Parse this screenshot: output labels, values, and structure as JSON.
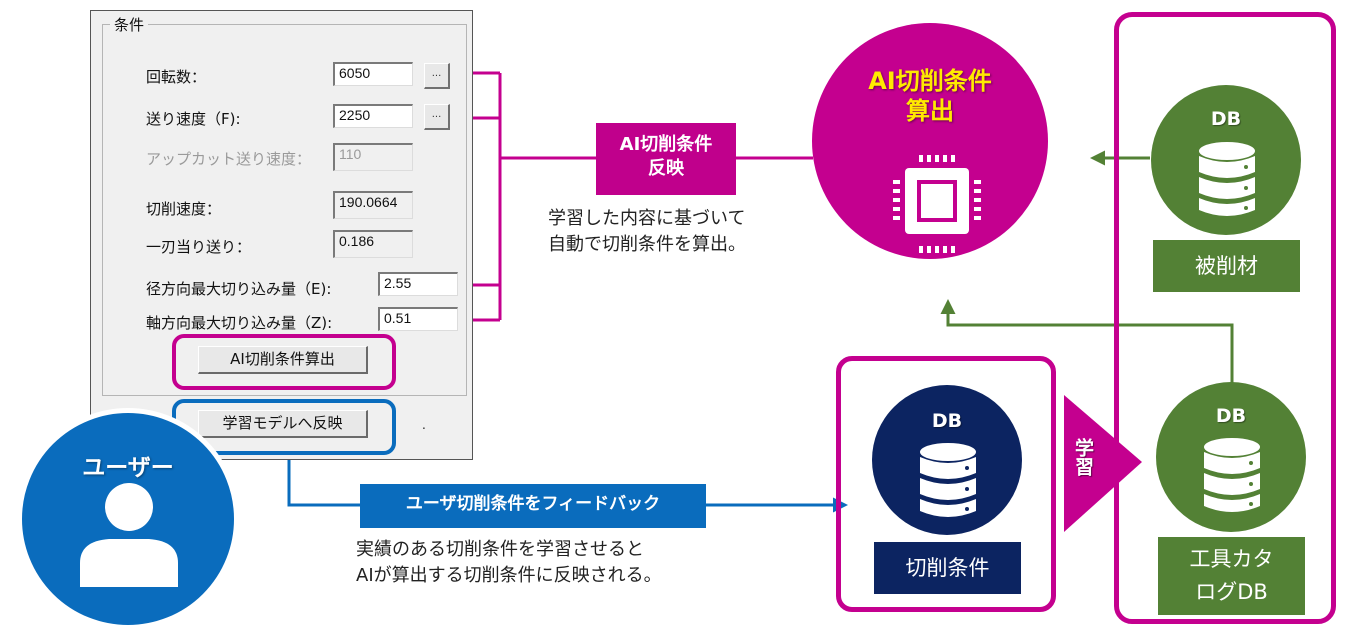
{
  "dialog": {
    "group_title": "条件",
    "fields": [
      {
        "label": "回転数：",
        "value": "6050",
        "editable": true,
        "has_ellipsis": true
      },
      {
        "label": "送り速度（F):",
        "value": "2250",
        "editable": true,
        "has_ellipsis": true
      },
      {
        "label": "アップカット送り速度：",
        "value": "110",
        "editable": false,
        "disabled": true
      },
      {
        "label": "切削速度：",
        "value": "190.0664",
        "editable": false
      },
      {
        "label": "一刃当り送り：",
        "value": "0.186",
        "editable": false
      },
      {
        "label": "径方向最大切り込み量（E):",
        "value": "2.55",
        "editable": true
      },
      {
        "label": "軸方向最大切り込み量（Z):",
        "value": "0.51",
        "editable": true
      }
    ],
    "ellipsis_label": "...",
    "ai_calc_button": "AI切削条件算出",
    "reflect_model_button": "学習モデルへ反映",
    "dot": "."
  },
  "ai_reflect_label": [
    "AI切削条件",
    "反映"
  ],
  "ai_reflect_desc": [
    "学習した内容に基づいて",
    "自動で切削条件を算出。"
  ],
  "ai_node": {
    "title": [
      "AI切削条件",
      "算出"
    ],
    "icon": "cpu-chip-icon"
  },
  "db_material": {
    "title": "DB",
    "caption": "被削材",
    "icon": "database-icon"
  },
  "db_catalog": {
    "title": "DB",
    "caption": [
      "工具カタ",
      "ログDB"
    ],
    "icon": "database-icon"
  },
  "db_conditions": {
    "title": "DB",
    "caption": "切削条件",
    "icon": "database-icon"
  },
  "learn_arrow_label": "学習",
  "user": {
    "title": "ユーザー",
    "icon": "person-icon"
  },
  "feedback_label": "ユーザ切削条件をフィードバック",
  "feedback_desc": [
    "実績のある切削条件を学習させると",
    "AIが算出する切削条件に反映される。"
  ],
  "colors": {
    "magenta": "#c4008f",
    "green": "#538135",
    "navy": "#0c2461",
    "blue": "#0a6cbd",
    "yellow": "#ffea00"
  }
}
